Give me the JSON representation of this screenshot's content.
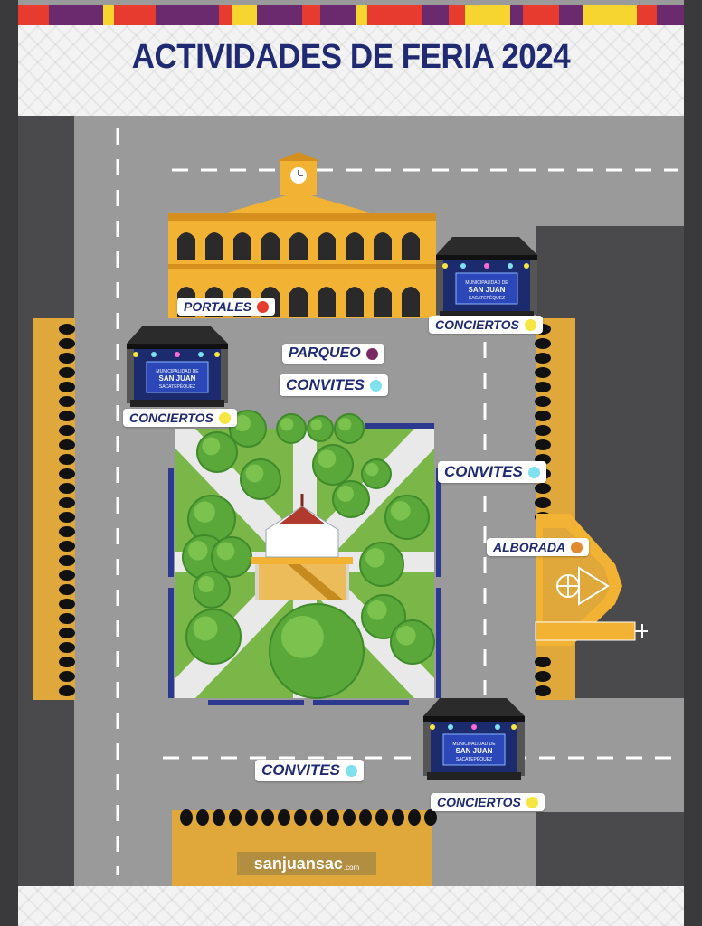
{
  "header": {
    "title": "ACTIVIDADES DE FERIA 2024"
  },
  "colors": {
    "navy": "#1f2a73",
    "road": "#9a9a9a",
    "block": "#4a4a4c",
    "gold": "#f2b233",
    "grass": "#7ab648",
    "stripe": [
      "#e63b2e",
      "#6b2a6e",
      "#f6d531",
      "#e63b2e",
      "#6b2a6e",
      "#e63b2e",
      "#f6d531",
      "#6b2a6e"
    ]
  },
  "stage_screen": {
    "line1": "MUNICIPALIDAD DE",
    "line2": "SAN JUAN",
    "line3": "SACATEPÉQUEZ"
  },
  "labels": [
    {
      "id": "portales",
      "text": "PORTALES",
      "dot": "#e63b2e"
    },
    {
      "id": "conciertos-top-right",
      "text": "CONCIERTOS",
      "dot": "#f6e642"
    },
    {
      "id": "parqueo",
      "text": "PARQUEO",
      "dot": "#7a2a63"
    },
    {
      "id": "convites-top",
      "text": "CONVITES",
      "dot": "#7fe0ef"
    },
    {
      "id": "conciertos-left",
      "text": "CONCIERTOS",
      "dot": "#f6e642"
    },
    {
      "id": "convites-right",
      "text": "CONVITES",
      "dot": "#7fe0ef"
    },
    {
      "id": "alborada",
      "text": "ALBORADA",
      "dot": "#e38a2e"
    },
    {
      "id": "convites-bottom",
      "text": "CONVITES",
      "dot": "#7fe0ef"
    },
    {
      "id": "conciertos-bottom",
      "text": "CONCIERTOS",
      "dot": "#f6e642"
    }
  ],
  "watermark": {
    "main": "sanjuansac",
    "suffix": ".com"
  }
}
